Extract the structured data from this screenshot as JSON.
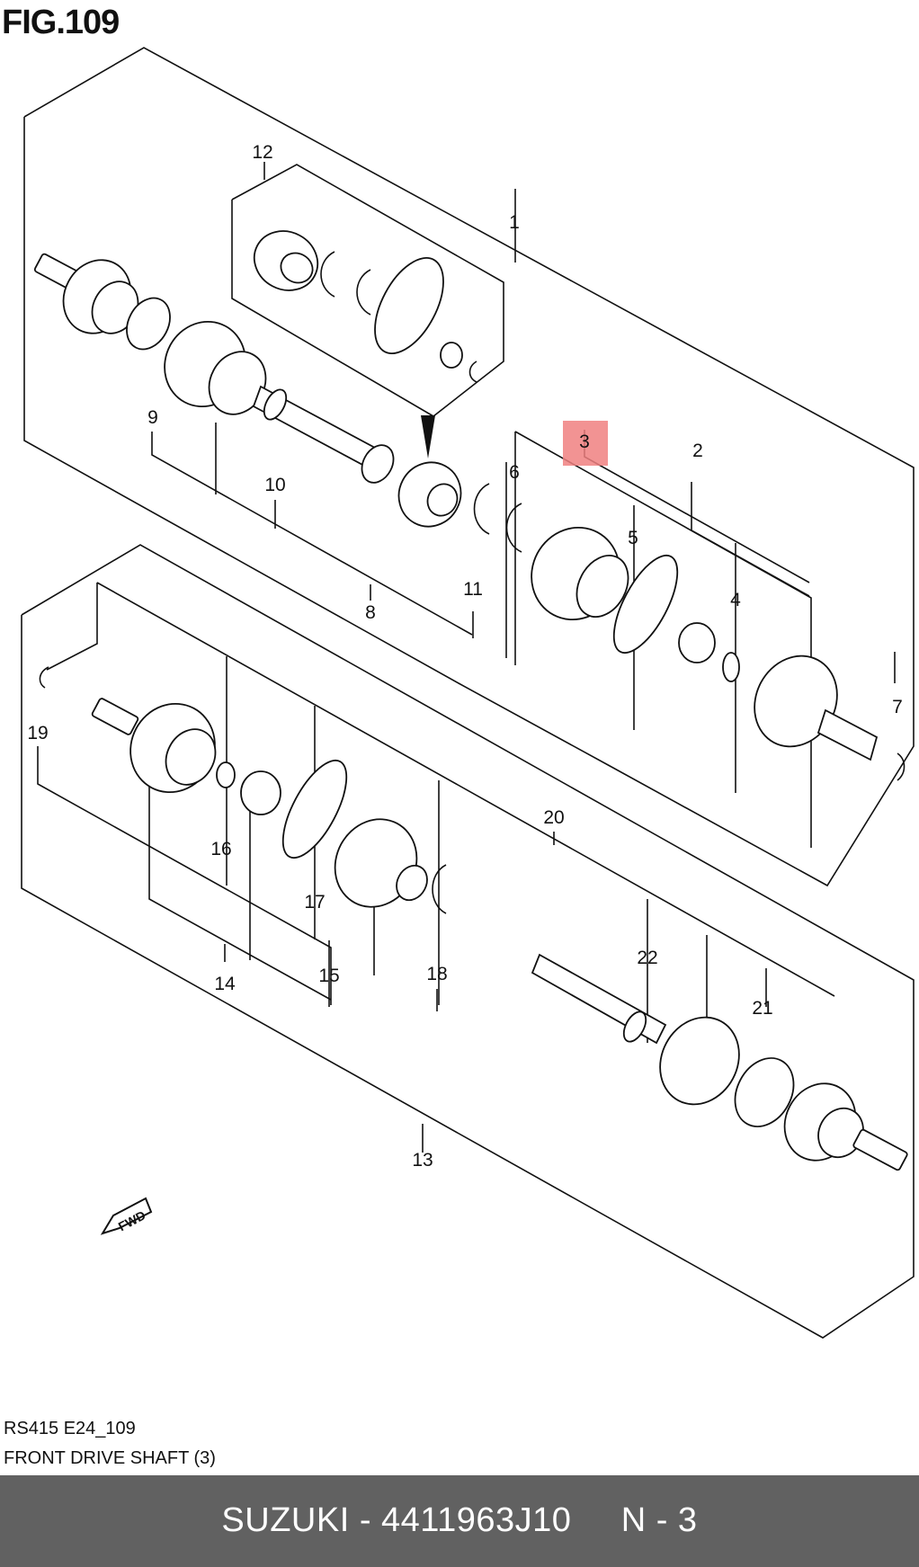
{
  "figure": {
    "title": "FIG.109"
  },
  "callouts": {
    "c1": "1",
    "c2": "2",
    "c3": "3",
    "c4": "4",
    "c5": "5",
    "c6": "6",
    "c7": "7",
    "c8": "8",
    "c9": "9",
    "c10": "10",
    "c11": "11",
    "c12": "12",
    "c13": "13",
    "c14": "14",
    "c15": "15",
    "c16": "16",
    "c17": "17",
    "c18": "18",
    "c19": "19",
    "c20": "20",
    "c21": "21",
    "c22": "22"
  },
  "highlight": {
    "callout": "3",
    "color": "#f08080"
  },
  "direction_arrow": {
    "label": "FWD"
  },
  "caption": {
    "code": "RS415 E24_109",
    "name": "FRONT DRIVE SHAFT (3)"
  },
  "footer": {
    "text": "SUZUKI - 4411963J10     N - 3",
    "background": "#616161",
    "color": "#ffffff"
  }
}
